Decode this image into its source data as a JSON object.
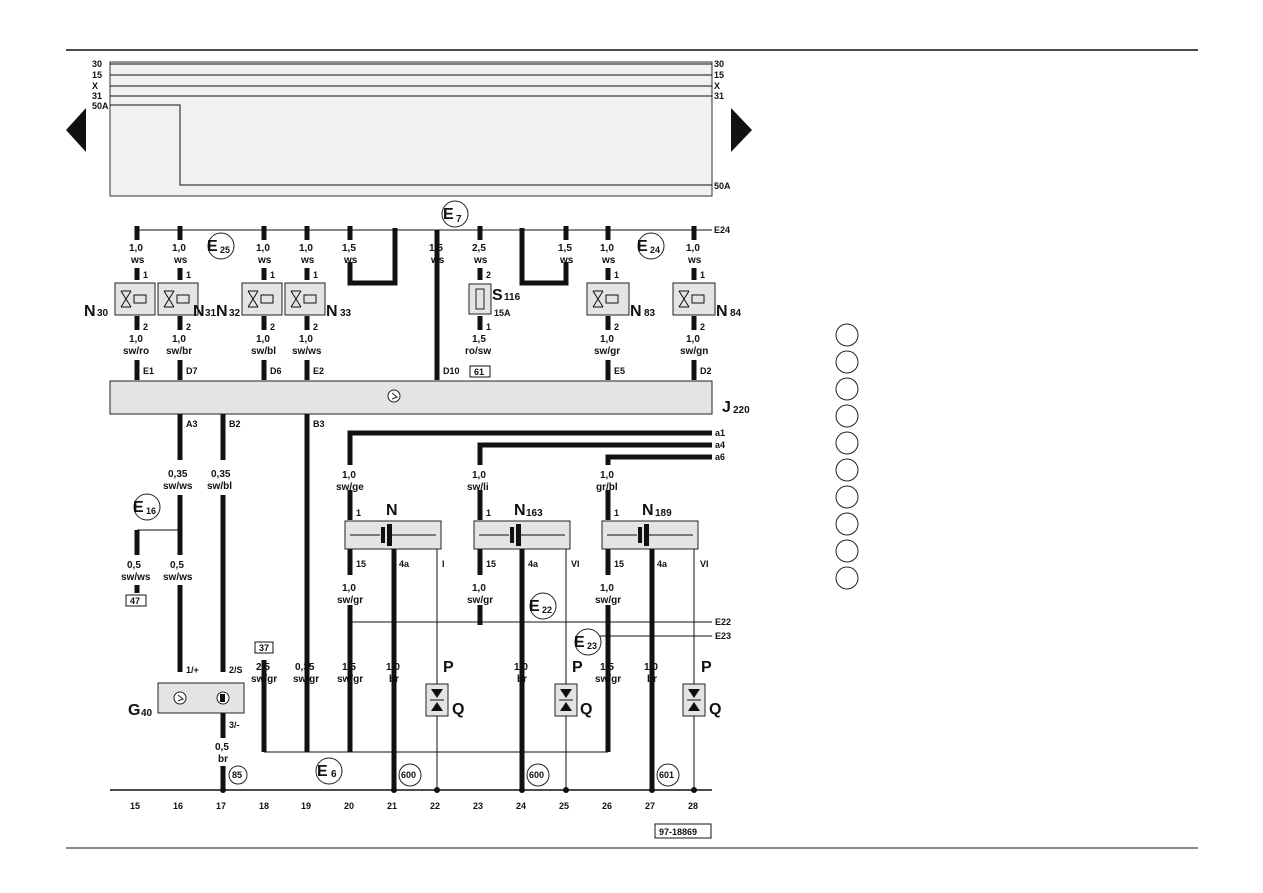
{
  "rails": {
    "left": [
      "30",
      "15",
      "X",
      "31",
      "50A"
    ],
    "right": [
      "30",
      "15",
      "X",
      "31"
    ],
    "right_bottom": "50A"
  },
  "wires": [
    {
      "c": "1,0",
      "col": "ws"
    },
    {
      "c": "1,0",
      "col": "ws"
    },
    {
      "c": "1,0",
      "col": "ws"
    },
    {
      "c": "1,0",
      "col": "ws"
    },
    {
      "c": "1,5",
      "col": "ws"
    },
    {
      "c": "1,5",
      "col": "ws"
    },
    {
      "c": "2,5",
      "col": "ws"
    },
    {
      "c": "1,5",
      "col": "ws"
    },
    {
      "c": "1,0",
      "col": "ws"
    },
    {
      "c": "1,0",
      "col": "ws"
    },
    {
      "c": "1,0",
      "col": "sw/ro"
    },
    {
      "c": "1,0",
      "col": "sw/br"
    },
    {
      "c": "1,0",
      "col": "sw/bl"
    },
    {
      "c": "1,0",
      "col": "sw/ws"
    },
    {
      "c": "1,5",
      "col": "ro/sw"
    },
    {
      "c": "1,0",
      "col": "sw/gr"
    },
    {
      "c": "1,0",
      "col": "sw/gn"
    },
    {
      "c": "0,35",
      "col": "sw/ws"
    },
    {
      "c": "0,35",
      "col": "sw/bl"
    },
    {
      "c": "0,5",
      "col": "sw/ws"
    },
    {
      "c": "0,5",
      "col": "sw/ws"
    },
    {
      "c": "1,0",
      "col": "sw/ge"
    },
    {
      "c": "1,0",
      "col": "sw/li"
    },
    {
      "c": "1,0",
      "col": "gr/bl"
    },
    {
      "c": "1,0",
      "col": "sw/gr"
    },
    {
      "c": "1,0",
      "col": "sw/gr"
    },
    {
      "c": "1,0",
      "col": "sw/gr"
    },
    {
      "c": "2,5",
      "col": "sw/gr"
    },
    {
      "c": "0,35",
      "col": "sw/gr"
    },
    {
      "c": "1,5",
      "col": "sw/gr"
    },
    {
      "c": "1,0",
      "col": "br"
    },
    {
      "c": "1,0",
      "col": "br"
    },
    {
      "c": "1,5",
      "col": "sw/gr"
    },
    {
      "c": "1,0",
      "col": "br"
    },
    {
      "c": "0,5",
      "col": "br"
    }
  ],
  "pins": [
    "1",
    "1",
    "1",
    "1",
    "2",
    "1",
    "1",
    "2",
    "2",
    "2",
    "2",
    "1",
    "2",
    "2",
    "1",
    "1",
    "1",
    "15",
    "4a",
    "I",
    "15",
    "4a",
    "VI",
    "15",
    "4a",
    "VI",
    "1/+",
    "2/S",
    "3/-"
  ],
  "ecu_pins": [
    "E1",
    "D7",
    "D6",
    "E2",
    "D10",
    "E5",
    "D2",
    "A3",
    "B2",
    "B3"
  ],
  "components": {
    "n30": {
      "base": "N",
      "sub": "30"
    },
    "n31": {
      "base": "N",
      "sub": "31"
    },
    "n32": {
      "base": "N",
      "sub": "32"
    },
    "n33": {
      "base": "N",
      "sub": "33"
    },
    "s116": {
      "base": "S",
      "sub": "116",
      "rating": "15A"
    },
    "n83": {
      "base": "N",
      "sub": "83"
    },
    "n84": {
      "base": "N",
      "sub": "84"
    },
    "j220": {
      "base": "J",
      "sub": "220"
    },
    "n": {
      "base": "N"
    },
    "n163": {
      "base": "N",
      "sub": "163"
    },
    "n189": {
      "base": "N",
      "sub": "189"
    },
    "g40": {
      "base": "G",
      "sub": "40"
    },
    "p": "P",
    "q": "Q"
  },
  "circles": {
    "e7": {
      "base": "E",
      "sub": "7"
    },
    "e25": {
      "base": "E",
      "sub": "25"
    },
    "e24": {
      "base": "E",
      "sub": "24"
    },
    "e16": {
      "base": "E",
      "sub": "16"
    },
    "e22": {
      "base": "E",
      "sub": "22"
    },
    "e23": {
      "base": "E",
      "sub": "23"
    },
    "e6": {
      "base": "E",
      "sub": "6"
    }
  },
  "edge_refs": [
    "E24",
    "a1",
    "a4",
    "a6",
    "E22",
    "E23"
  ],
  "boxes": [
    "61",
    "47",
    "37"
  ],
  "grounds": [
    "85",
    "600",
    "600",
    "601"
  ],
  "columns": [
    "15",
    "16",
    "17",
    "18",
    "19",
    "20",
    "21",
    "22",
    "23",
    "24",
    "25",
    "26",
    "27",
    "28"
  ],
  "figure_id": "97-18869"
}
